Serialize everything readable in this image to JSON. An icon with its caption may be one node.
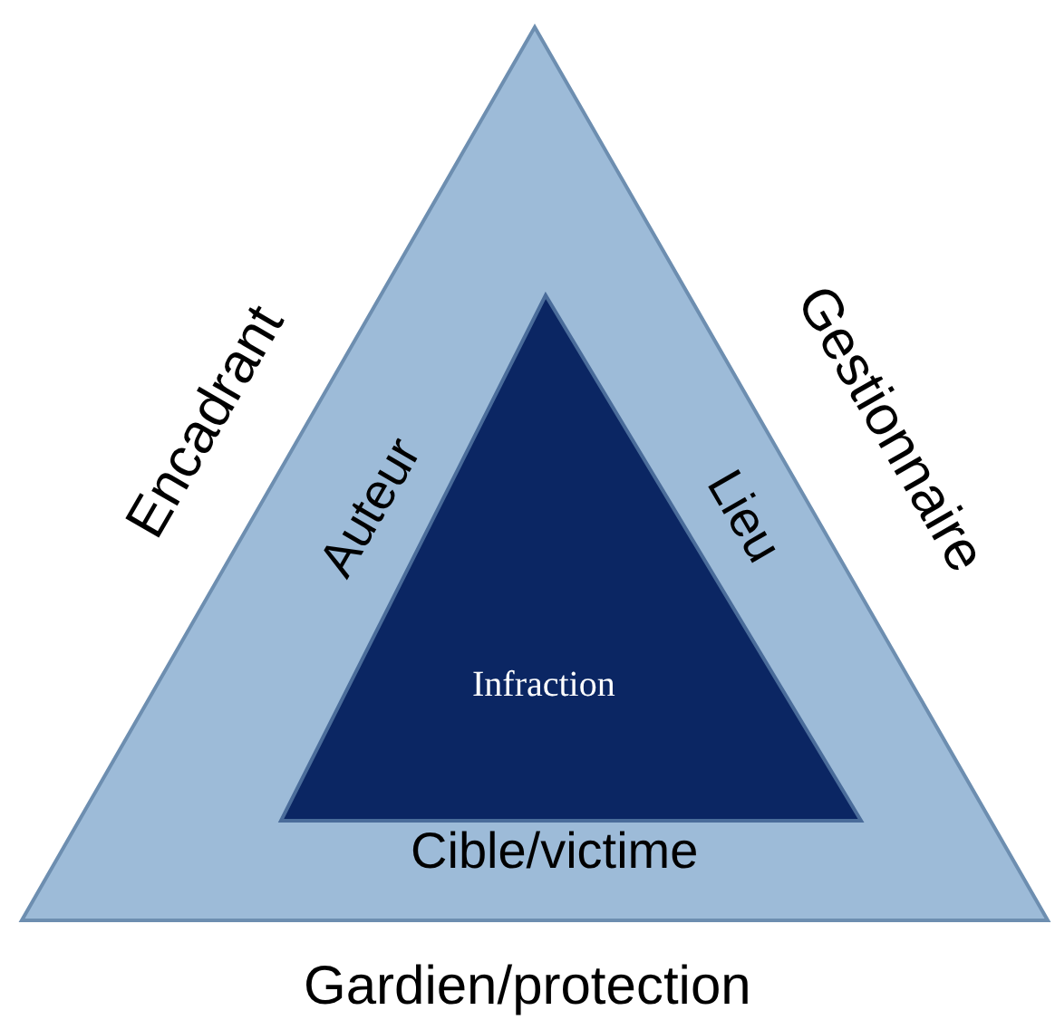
{
  "diagram": {
    "nodes": [
      {
        "text": [
          "Encadrant",
          "Gestionnaire",
          "Gardien/protection"
        ]
      },
      {
        "text": [
          "Infraction"
        ],
        "beside": [
          "Auteur",
          "Lieu",
          "Cible/victime"
        ],
        "in": 0
      }
    ]
  }
}
